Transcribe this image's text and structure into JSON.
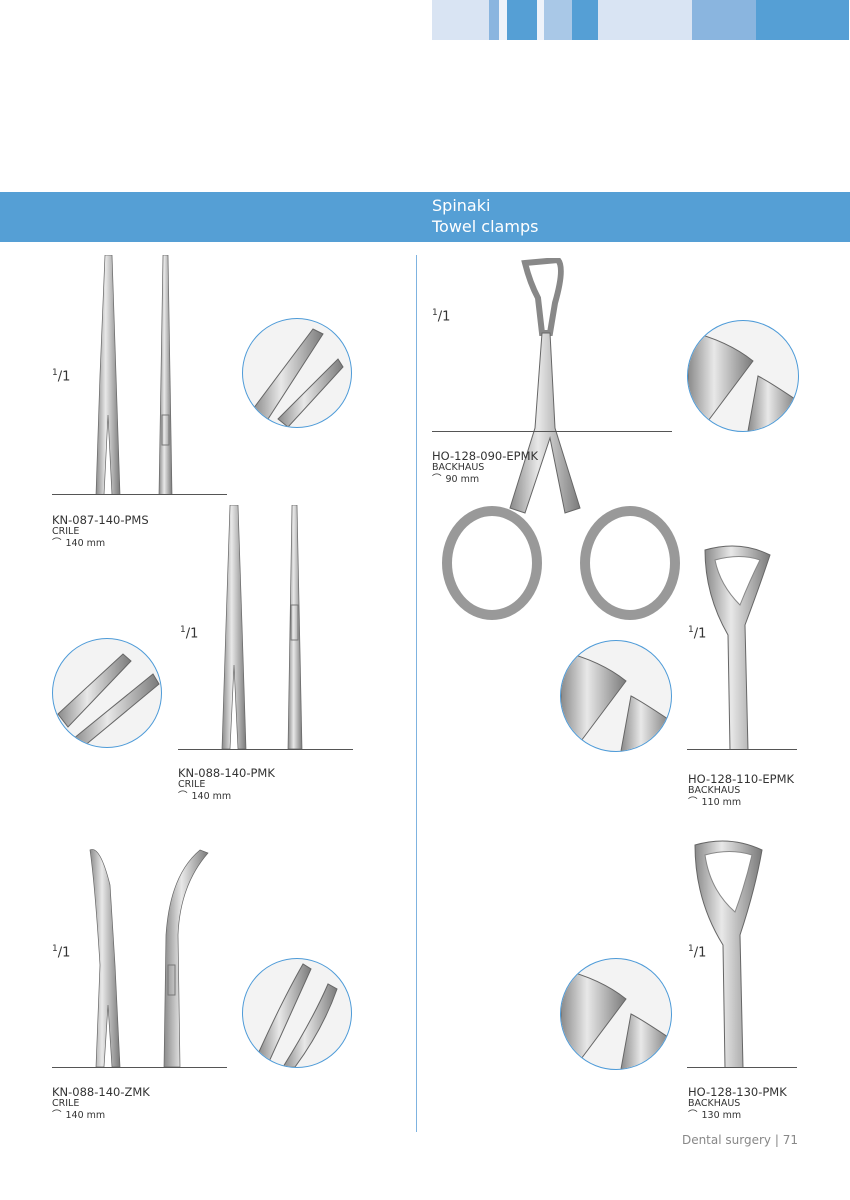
{
  "header": {
    "title_line1": "Spinaki",
    "title_line2": "Towel clamps"
  },
  "decor_colors": {
    "light": "#d9e4f3",
    "mid": "#8ab5df",
    "blue": "#559fd5",
    "lightmid": "#a9c8e7"
  },
  "scale": {
    "num": "1",
    "den": "1"
  },
  "products": [
    {
      "code": "KN-087-140-PMS",
      "name": "CRILE",
      "size": "140 mm"
    },
    {
      "code": "KN-088-140-PMK",
      "name": "CRILE",
      "size": "140 mm"
    },
    {
      "code": "KN-088-140-ZMK",
      "name": "CRILE",
      "size": "140 mm"
    },
    {
      "code": "HO-128-090-EPMK",
      "name": "BACKHAUS",
      "size": "90 mm"
    },
    {
      "code": "HO-128-110-EPMK",
      "name": "BACKHAUS",
      "size": "110 mm"
    },
    {
      "code": "HO-128-130-PMK",
      "name": "BACKHAUS",
      "size": "130 mm"
    }
  ],
  "footer": {
    "section": "Dental surgery",
    "sep": "|",
    "page": "71"
  }
}
